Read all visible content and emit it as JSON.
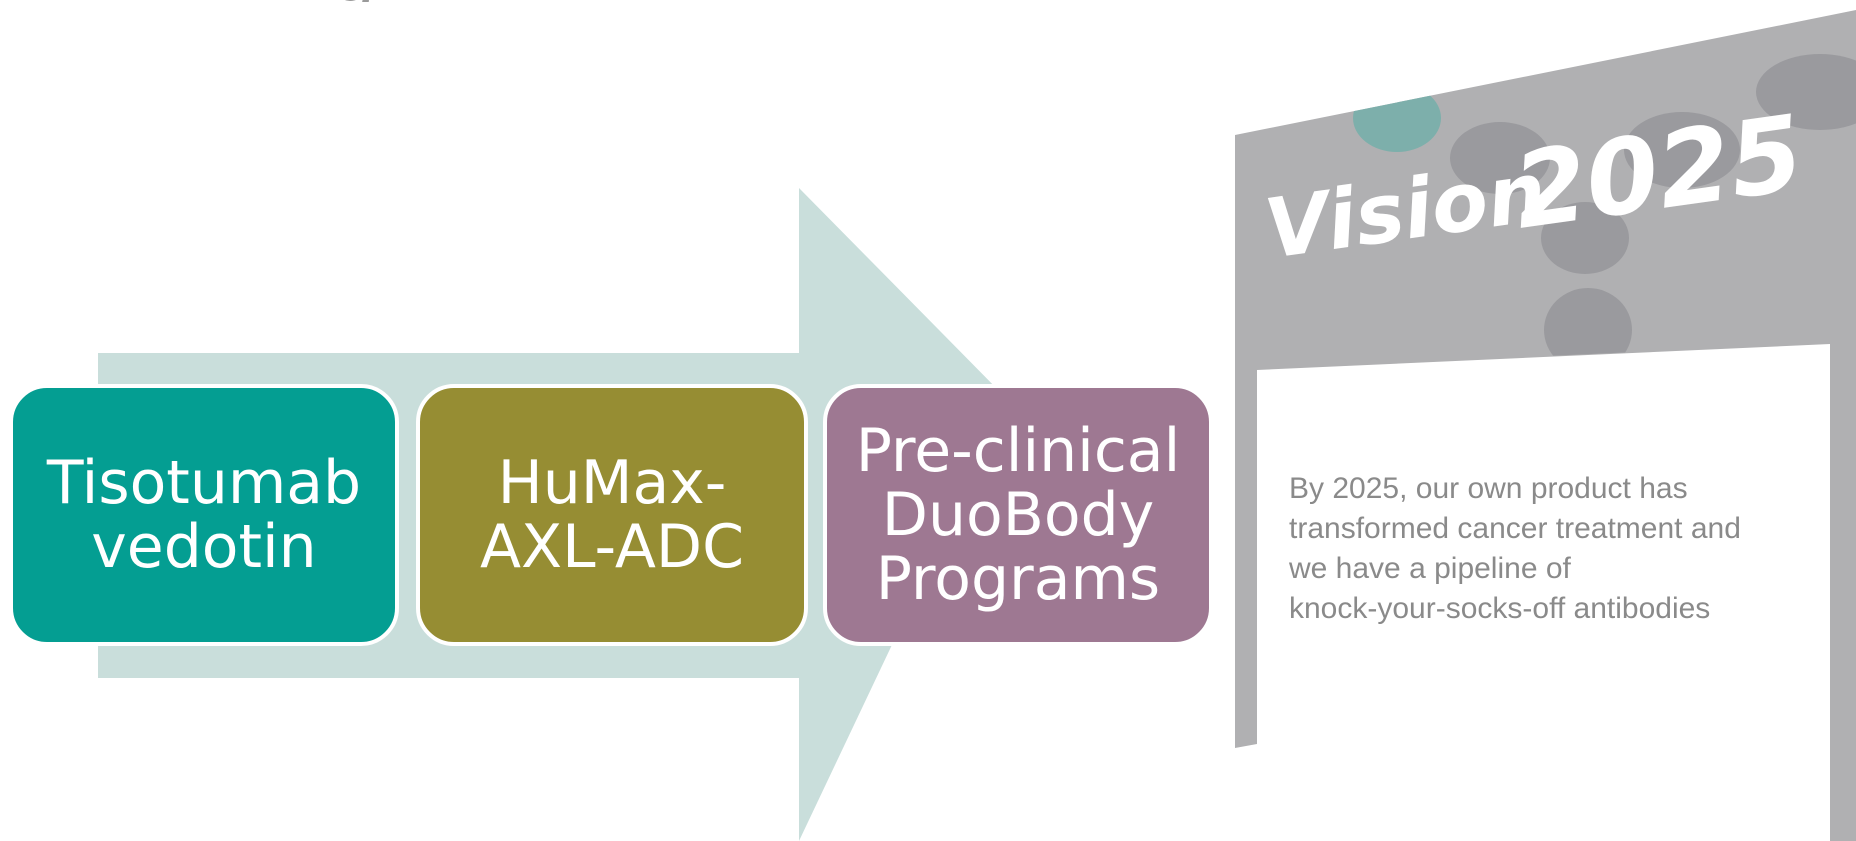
{
  "title_fragment": "g",
  "pipeline": {
    "arrow_color": "#c9dedb",
    "steps": [
      {
        "label": "Tisotumab\nvedotin",
        "color": "#049e92"
      },
      {
        "label": "HuMax-\nAXL-ADC",
        "color": "#968d33"
      },
      {
        "label": "Pre-clinical\nDuoBody\nPrograms",
        "color": "#9e7892"
      }
    ]
  },
  "vision_board": {
    "title_word": "Vision",
    "title_year": "2025",
    "statement": "By 2025, our own product has\ntransformed cancer treatment and\nwe have a pipeline of\nknock-your-socks-off antibodies",
    "frame_color": "#b0b0b2",
    "dot_color": "#9a9a9e",
    "accent_dot_color": "#7dafab"
  }
}
